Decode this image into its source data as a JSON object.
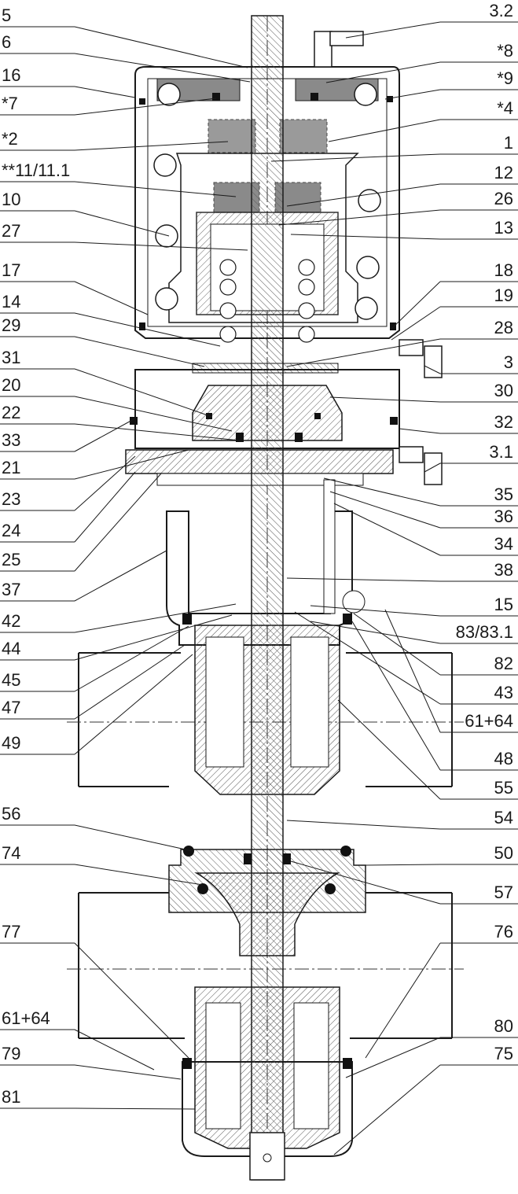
{
  "labels_left": [
    "5",
    "6",
    "16",
    "*7",
    "*2",
    "**11/11.1",
    "10",
    "27",
    "17",
    "14",
    "29",
    "31",
    "20",
    "22",
    "33",
    "21",
    "23",
    "24",
    "25",
    "37",
    "42",
    "44",
    "45",
    "47",
    "49",
    "56",
    "74",
    "77",
    "61+64",
    "79",
    "81"
  ],
  "labels_right": [
    "3.2",
    "*8",
    "*9",
    "*4",
    "1",
    "12",
    "26",
    "13",
    "18",
    "19",
    "28",
    "3",
    "30",
    "32",
    "3.1",
    "35",
    "36",
    "34",
    "38",
    "15",
    "83/83.1",
    "82",
    "43",
    "61+64",
    "48",
    "55",
    "54",
    "50",
    "57",
    "76",
    "80",
    "75"
  ],
  "colors": {
    "line": "#1a1a1a",
    "hatch": "#555555",
    "seal": "#111111",
    "parts_gray": "#8a8a8a"
  }
}
